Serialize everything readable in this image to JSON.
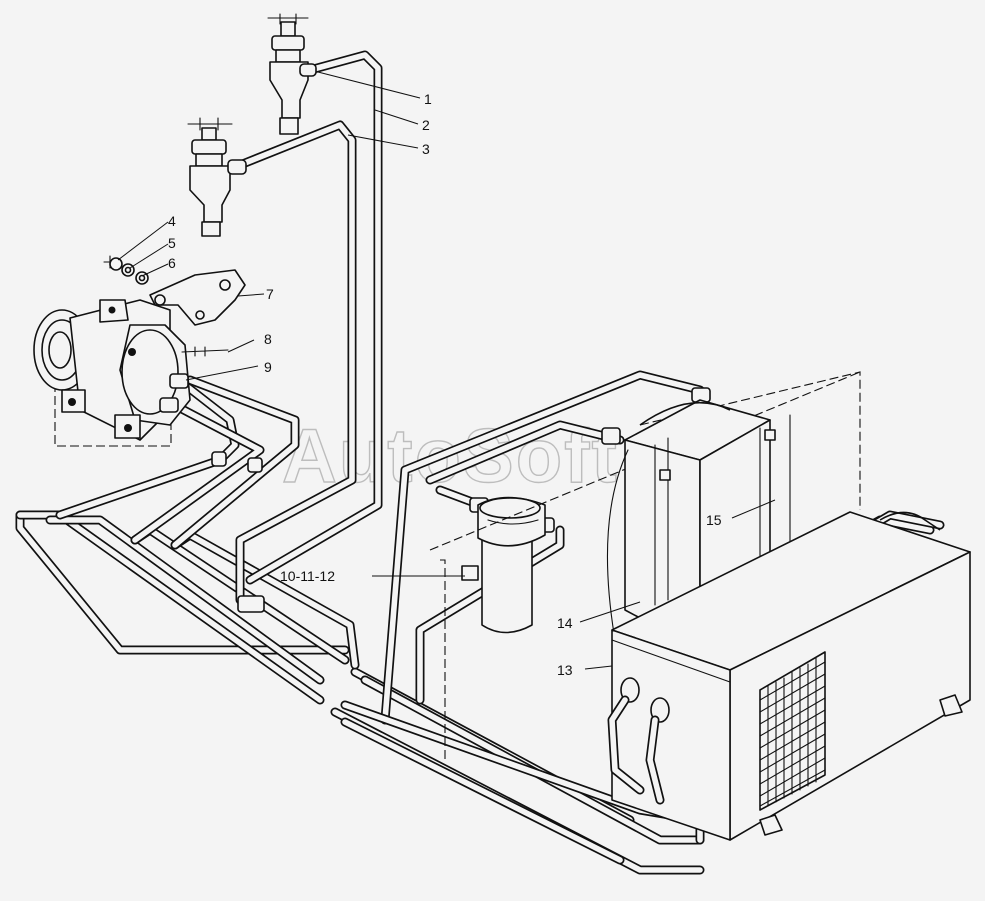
{
  "watermark": "AutoSoft",
  "callouts": {
    "c1": "1",
    "c2": "2",
    "c3": "3",
    "c4": "4",
    "c5": "5",
    "c6": "6",
    "c7": "7",
    "c8": "8",
    "c9": "9",
    "c10": "10-11-12",
    "c13": "13",
    "c14": "14",
    "c15": "15"
  }
}
